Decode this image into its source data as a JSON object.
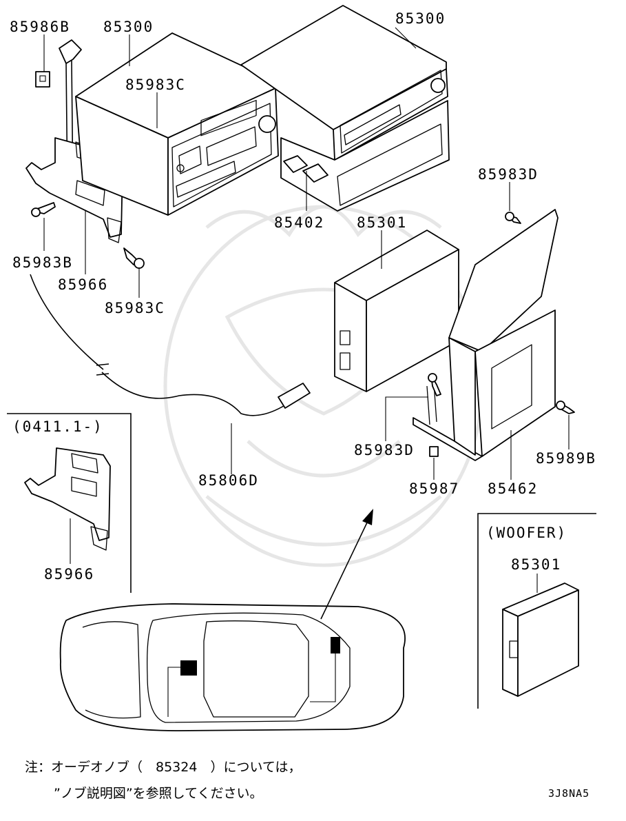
{
  "labels": {
    "p85986B": "85986B",
    "p85300a": "85300",
    "p85300b": "85300",
    "p85983C_top": "85983C",
    "p85983D_top": "85983D",
    "p85402": "85402",
    "p85301_main": "85301",
    "p85983B": "85983B",
    "p85966_main": "85966",
    "p85983C_bot": "85983C",
    "p85806D": "85806D",
    "p85983D_mid": "85983D",
    "p85989B": "85989B",
    "p85987": "85987",
    "p85462": "85462",
    "p85966_inset": "85966",
    "p85301_woofer": "85301"
  },
  "insets": {
    "variant_title": "(0411.1-)",
    "woofer_title": "(WOOFER)"
  },
  "footer": {
    "note_line1": "注：オーデオノブ（　85324　）については，",
    "note_line2": "”ノブ説明図”を参照してください。",
    "diagram_code": "3J8NA5"
  }
}
